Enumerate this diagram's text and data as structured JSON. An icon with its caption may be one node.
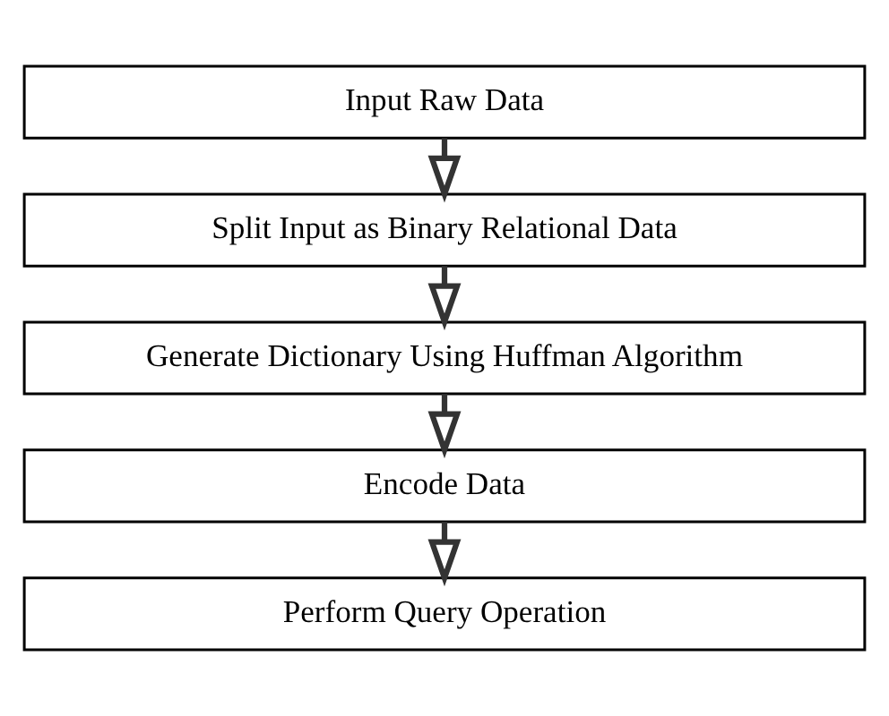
{
  "diagram": {
    "nodes": [
      {
        "text": [
          "Input Raw Data"
        ]
      },
      {
        "text": [
          "Split Input as Binary Relational Data"
        ]
      },
      {
        "text": [
          "Generate Dictionary Using Huffman Algorithm"
        ]
      },
      {
        "text": [
          "Encode Data"
        ]
      },
      {
        "text": [
          "Perform Query Operation"
        ]
      }
    ],
    "edges": [
      {
        "from": 0,
        "to": 1,
        "arrow": "to"
      },
      {
        "from": 1,
        "to": 2,
        "arrow": "to"
      },
      {
        "from": 2,
        "to": 3,
        "arrow": "to"
      },
      {
        "from": 3,
        "to": 4,
        "arrow": "to"
      }
    ]
  }
}
